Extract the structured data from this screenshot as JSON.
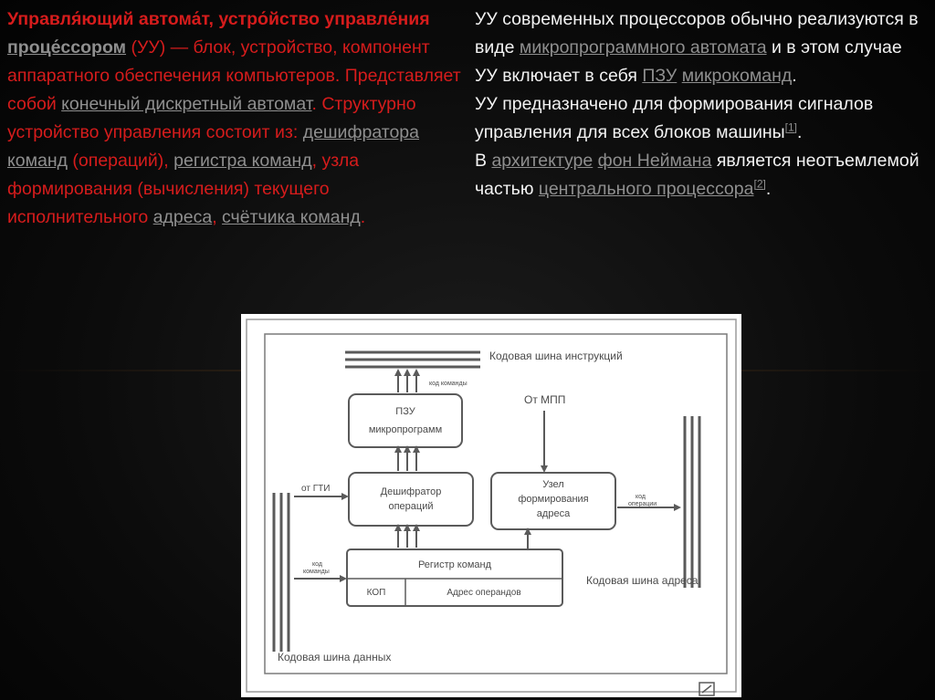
{
  "left": {
    "t1": "Управля́ющий автома́т, устро́йство управле́ния",
    "t2": " ",
    "link_processor": "проце́ссором",
    "t3": " (УУ) — блок, устройство, компонент аппаратного обеспечения компьютеров. Представляет собой ",
    "link_fsm": "конечный дискретный автомат",
    "t4": ". Структурно устройство управления состоит из: ",
    "link_decoder": "дешифратора команд",
    "t5": " (операций), ",
    "link_register": "регистра команд",
    "t6": ", узла формирования (вычисления) текущего исполнительного ",
    "link_address": "адреса",
    "t7": ", ",
    "link_counter": "счётчика команд",
    "t8": "."
  },
  "right": {
    "t1": "УУ современных процессоров обычно реализуются в виде ",
    "link_microprog": "микропрограммного автомата",
    "t2": " и в этом случае УУ включает в себя ",
    "link_rom": "ПЗУ",
    "t3": " ",
    "link_microcmd": "микрокоманд",
    "t4": ".",
    "t5": "УУ предназначено для формирования сигналов управления для всех блоков машины",
    "ref1": "[1]",
    "t6": ".",
    "t7": "В ",
    "link_arch": "архитектуре",
    "t8": " ",
    "link_neumann": "фон Неймана",
    "t9": " является неотъемлемой частью ",
    "link_cpu": "центрального процессора",
    "ref2": "[2]",
    "t10": "."
  },
  "diagram": {
    "bus_instructions": "Кодовая шина инструкций",
    "rom_label_1": "ПЗУ",
    "rom_label_2": "микропрограмм",
    "rom_code_label": "код команды",
    "from_mpp": "От МПП",
    "from_gti": "от ГТИ",
    "decoder_label_1": "Дешифратор",
    "decoder_label_2": "операций",
    "node_label_1": "Узел",
    "node_label_2": "формирования",
    "node_label_3": "адреса",
    "op_code_label_1": "код",
    "op_code_label_2": "операции",
    "cmd_code_label_1": "код",
    "cmd_code_label_2": "команды",
    "register_label": "Регистр команд",
    "kop_label": "КОП",
    "operand_addr_label": "Адрес операндов",
    "bus_address": "Кодовая шина адреса",
    "bus_data": "Кодовая шина данных"
  }
}
